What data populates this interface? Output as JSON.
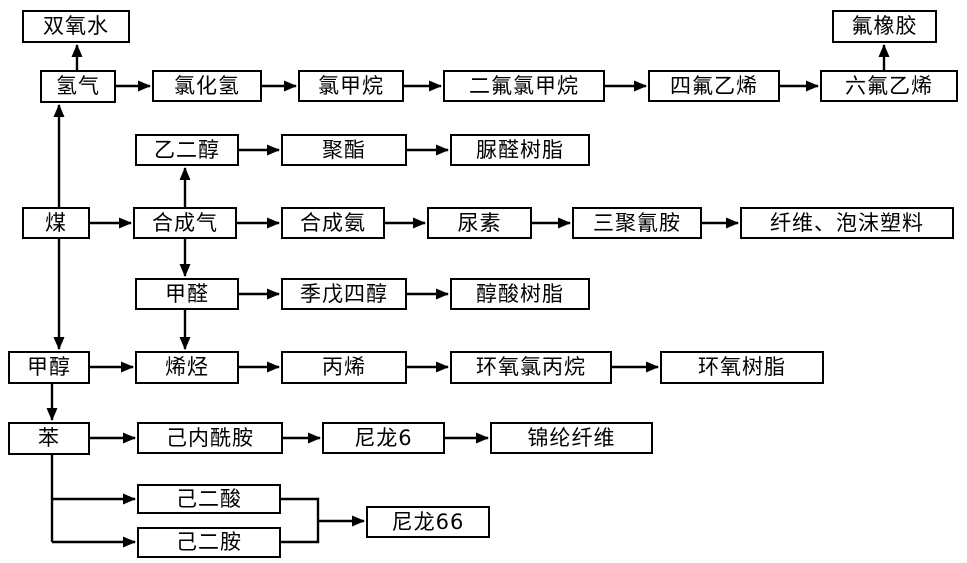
{
  "diagram": {
    "background_color": "#ffffff",
    "line_color": "#000000",
    "nodes": [
      {
        "id": "hydrogen-peroxide",
        "label": "双氧水"
      },
      {
        "id": "fluoro-rubber",
        "label": "氟橡胶"
      },
      {
        "id": "hydrogen",
        "label": "氢气"
      },
      {
        "id": "hydrogen-chloride",
        "label": "氯化氢"
      },
      {
        "id": "chloromethane",
        "label": "氯甲烷"
      },
      {
        "id": "difluorochloromethane",
        "label": "二氟氯甲烷"
      },
      {
        "id": "tetrafluoroethylene",
        "label": "四氟乙烯"
      },
      {
        "id": "hexafluoroethylene",
        "label": "六氟乙烯"
      },
      {
        "id": "ethylene-glycol",
        "label": "乙二醇"
      },
      {
        "id": "polyester",
        "label": "聚酯"
      },
      {
        "id": "urea-formaldehyde-resin",
        "label": "脲醛树脂"
      },
      {
        "id": "coal",
        "label": "煤"
      },
      {
        "id": "syngas",
        "label": "合成气"
      },
      {
        "id": "synthetic-ammonia",
        "label": "合成氨"
      },
      {
        "id": "urea",
        "label": "尿素"
      },
      {
        "id": "melamine",
        "label": "三聚氰胺"
      },
      {
        "id": "fiber-foam-plastic",
        "label": "纤维、泡沫塑料"
      },
      {
        "id": "formaldehyde",
        "label": "甲醛"
      },
      {
        "id": "pentaerythritol",
        "label": "季戊四醇"
      },
      {
        "id": "alkyd-resin",
        "label": "醇酸树脂"
      },
      {
        "id": "methanol",
        "label": "甲醇"
      },
      {
        "id": "olefins",
        "label": "烯烃"
      },
      {
        "id": "propylene",
        "label": "丙烯"
      },
      {
        "id": "epichlorohydrin",
        "label": "环氧氯丙烷"
      },
      {
        "id": "epoxy-resin",
        "label": "环氧树脂"
      },
      {
        "id": "benzene",
        "label": "苯"
      },
      {
        "id": "caprolactam",
        "label": "己内酰胺"
      },
      {
        "id": "nylon-6",
        "label": "尼龙6"
      },
      {
        "id": "polyamide-fiber",
        "label": "锦纶纤维"
      },
      {
        "id": "adipic-acid",
        "label": "己二酸"
      },
      {
        "id": "hexamethylenediamine",
        "label": "己二胺"
      },
      {
        "id": "nylon-66",
        "label": "尼龙66"
      }
    ],
    "edges": [
      {
        "from": "hydrogen",
        "to": "hydrogen-peroxide"
      },
      {
        "from": "hydrogen",
        "to": "hydrogen-chloride"
      },
      {
        "from": "hydrogen-chloride",
        "to": "chloromethane"
      },
      {
        "from": "chloromethane",
        "to": "difluorochloromethane"
      },
      {
        "from": "difluorochloromethane",
        "to": "tetrafluoroethylene"
      },
      {
        "from": "tetrafluoroethylene",
        "to": "hexafluoroethylene"
      },
      {
        "from": "hexafluoroethylene",
        "to": "fluoro-rubber"
      },
      {
        "from": "coal",
        "to": "hydrogen"
      },
      {
        "from": "coal",
        "to": "syngas"
      },
      {
        "from": "coal",
        "to": "methanol"
      },
      {
        "from": "syngas",
        "to": "ethylene-glycol"
      },
      {
        "from": "syngas",
        "to": "synthetic-ammonia"
      },
      {
        "from": "syngas",
        "to": "formaldehyde"
      },
      {
        "from": "ethylene-glycol",
        "to": "polyester"
      },
      {
        "from": "polyester",
        "to": "urea-formaldehyde-resin"
      },
      {
        "from": "synthetic-ammonia",
        "to": "urea"
      },
      {
        "from": "urea",
        "to": "melamine"
      },
      {
        "from": "melamine",
        "to": "fiber-foam-plastic"
      },
      {
        "from": "formaldehyde",
        "to": "pentaerythritol"
      },
      {
        "from": "formaldehyde",
        "to": "olefins"
      },
      {
        "from": "pentaerythritol",
        "to": "alkyd-resin"
      },
      {
        "from": "methanol",
        "to": "olefins"
      },
      {
        "from": "methanol",
        "to": "benzene"
      },
      {
        "from": "olefins",
        "to": "propylene"
      },
      {
        "from": "propylene",
        "to": "epichlorohydrin"
      },
      {
        "from": "epichlorohydrin",
        "to": "epoxy-resin"
      },
      {
        "from": "benzene",
        "to": "caprolactam"
      },
      {
        "from": "benzene",
        "to": "adipic-acid"
      },
      {
        "from": "benzene",
        "to": "hexamethylenediamine"
      },
      {
        "from": "caprolactam",
        "to": "nylon-6"
      },
      {
        "from": "nylon-6",
        "to": "polyamide-fiber"
      },
      {
        "from": "adipic-acid",
        "to": "nylon-66"
      },
      {
        "from": "hexamethylenediamine",
        "to": "nylon-66"
      }
    ]
  }
}
